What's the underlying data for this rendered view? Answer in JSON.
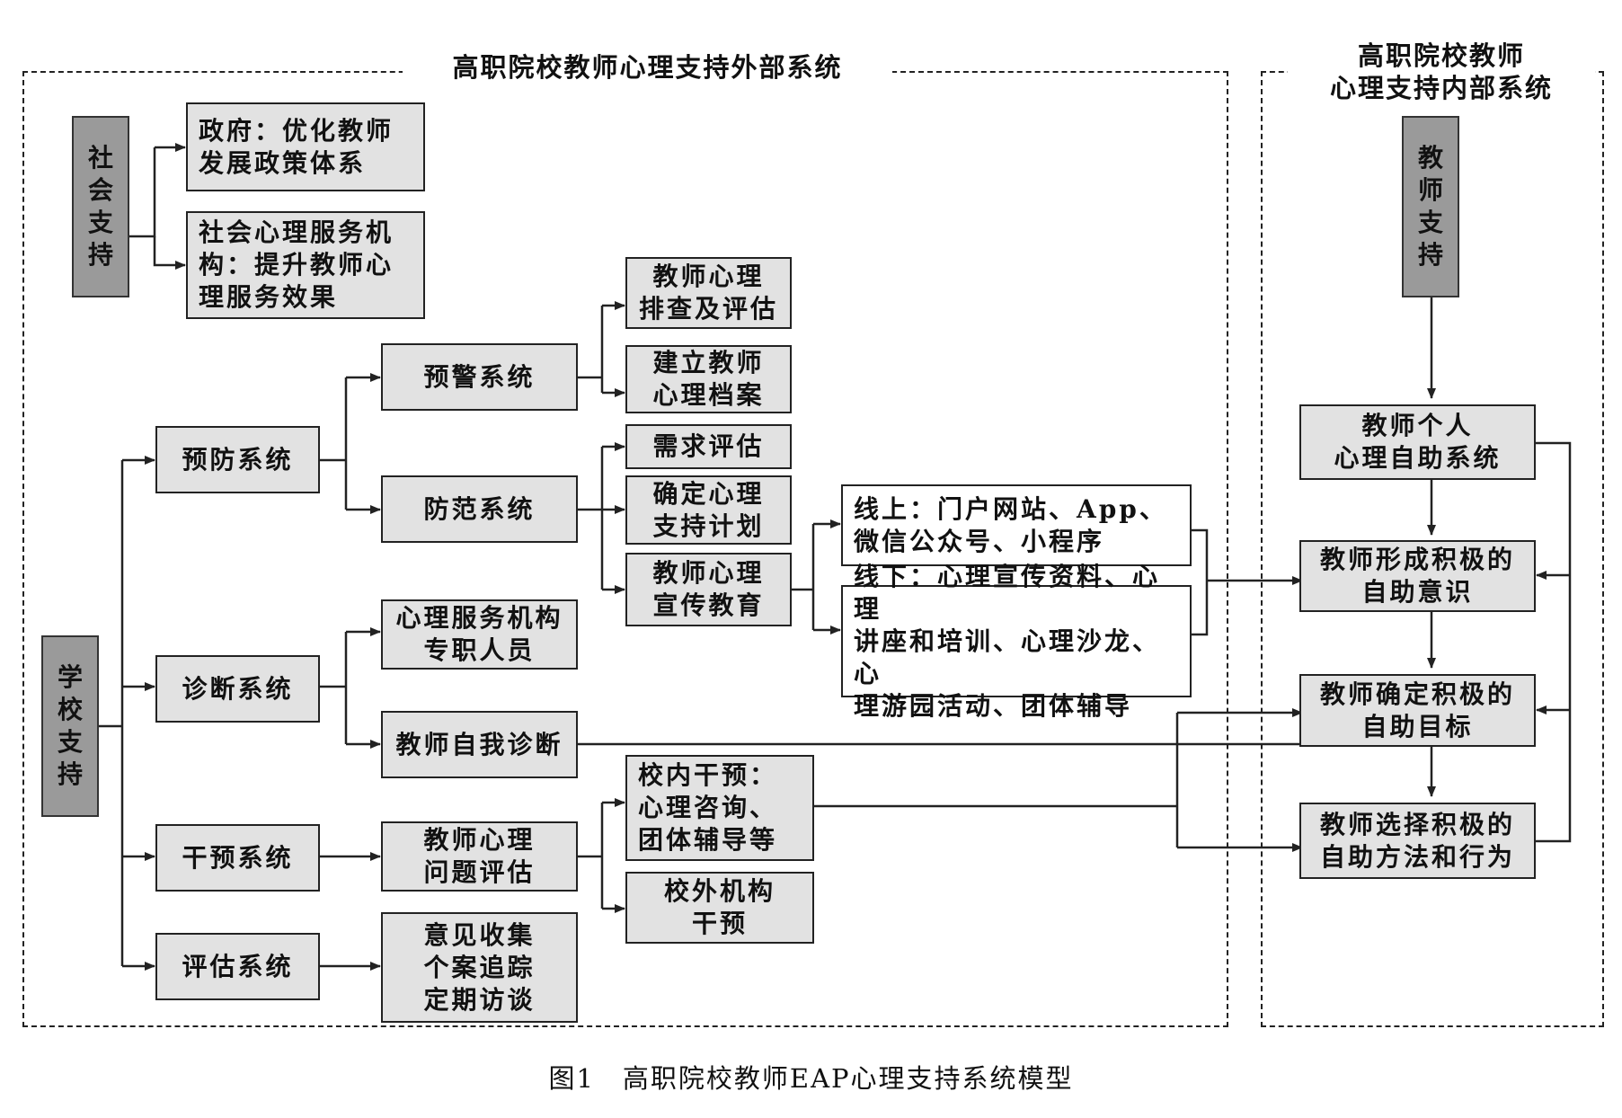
{
  "external": {
    "title": "高职院校教师心理支持外部系统",
    "social": {
      "label": "社会支持",
      "gov": "政府：优化教师\n发展政策体系",
      "service": "社会心理服务机\n构：提升教师心\n理服务效果"
    },
    "school": {
      "label": "学校支持",
      "prevention": "预防系统",
      "warning": "预警系统",
      "screening": "教师心理\n排查及评估",
      "archive": "建立教师\n心理档案",
      "guard": "防范系统",
      "needs": "需求评估",
      "plan": "确定心理\n支持计划",
      "education": "教师心理\n宣传教育",
      "online": "线上：门户网站、App、\n微信公众号、小程序",
      "offline": "线下：心理宣传资料、心理\n讲座和培训、心理沙龙、心\n理游园活动、团体辅导",
      "diagnosis": "诊断系统",
      "staff": "心理服务机构\n专职人员",
      "self_diag": "教师自我诊断",
      "intervention": "干预系统",
      "problem_eval": "教师心理\n问题评估",
      "in_school": "校内干预：\n心理咨询、\n团体辅导等",
      "out_school": "校外机构\n干预",
      "evaluation": "评估系统",
      "feedback": "意见收集\n个案追踪\n定期访谈"
    }
  },
  "internal": {
    "title": "高职院校教师\n心理支持内部系统",
    "teacher_support": "教师支持",
    "self_help": "教师个人\n心理自助系统",
    "awareness": "教师形成积极的\n自助意识",
    "goal": "教师确定积极的\n自助目标",
    "method": "教师选择积极的\n自助方法和行为"
  },
  "caption": "图1　高职院校教师EAP心理支持系统模型"
}
